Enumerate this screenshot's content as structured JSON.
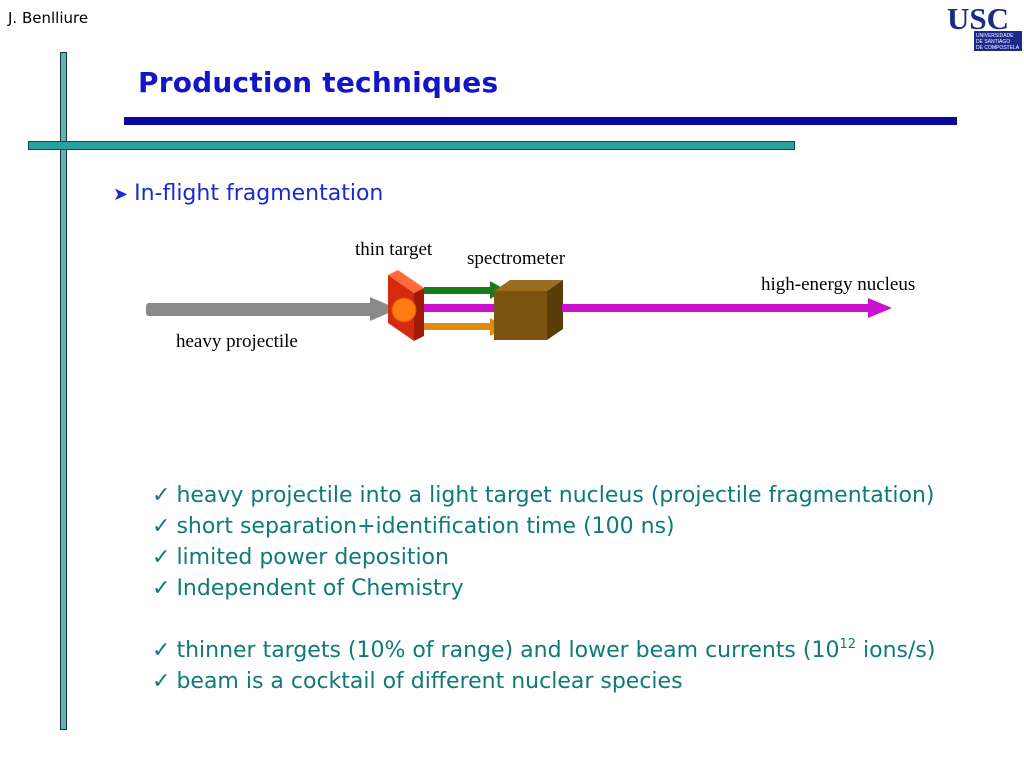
{
  "header": {
    "author": "J. Benlliure",
    "logo": {
      "letters": "USC",
      "subtitle_lines": [
        "UNIVERSIDADE",
        "DE SANTIAGO",
        "DE COMPOSTELA"
      ],
      "color": "#1a2a8a"
    }
  },
  "slide": {
    "title": "Production techniques",
    "bullet": "In-flight fragmentation"
  },
  "diagram": {
    "labels": {
      "thin_target": "thin target",
      "spectrometer": "spectrometer",
      "high_energy": "high-energy nucleus",
      "projectile": "heavy projectile"
    },
    "colors": {
      "projectile": "#8a8a8a",
      "target": "#d42a10",
      "nucleus": "#ff7a10",
      "green": "#1a7a1a",
      "purple": "#cc10cc",
      "orange": "#e08a10",
      "spectrometer": "#7a5410"
    }
  },
  "points": {
    "items": [
      "heavy projectile into a light target nucleus (projectile fragmentation)",
      "short separation+identification time (100 ns)",
      "limited power deposition",
      "Independent of Chemistry"
    ],
    "item5_pre": "thinner targets (10% of range) and lower beam currents (10",
    "item5_sup": "12",
    "item5_post": " ions/s)",
    "item6": "beam is a cocktail of different nuclear species"
  }
}
